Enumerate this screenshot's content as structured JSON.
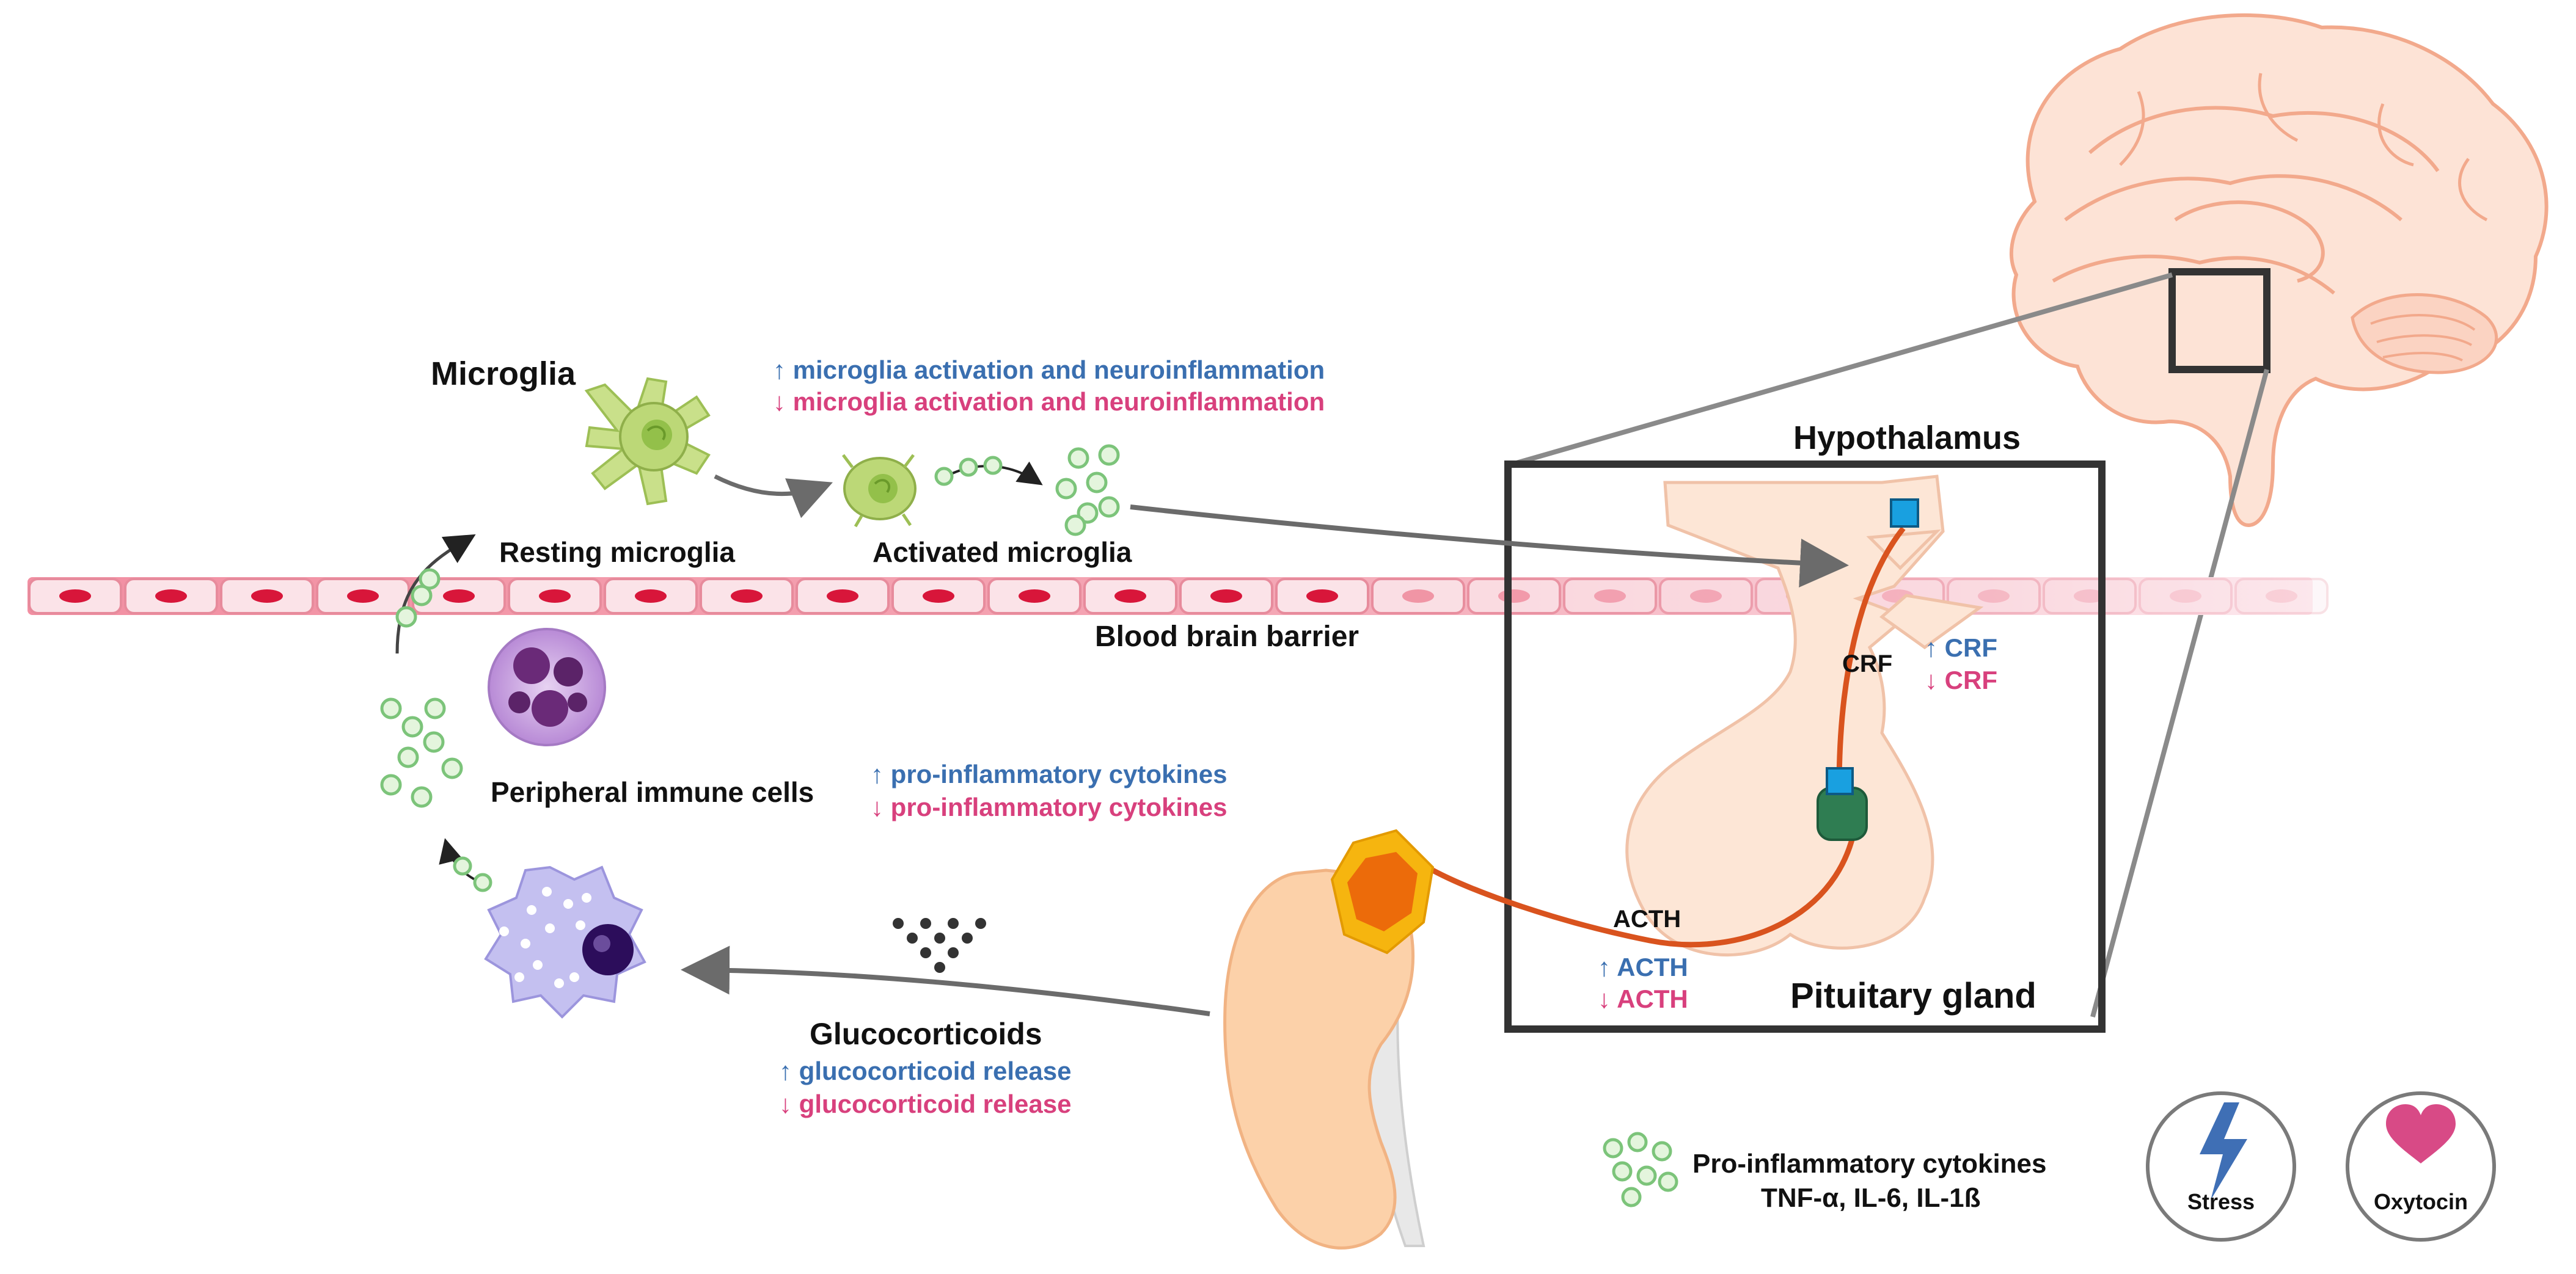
{
  "labels": {
    "microglia": "Microglia",
    "resting_microglia": "Resting microglia",
    "activated_microglia": "Activated microglia",
    "blood_brain_barrier": "Blood brain barrier",
    "hypothalamus": "Hypothalamus",
    "pituitary_gland": "Pituitary gland",
    "crf": "CRF",
    "acth": "ACTH",
    "peripheral_immune_cells": "Peripheral immune cells",
    "glucocorticoids": "Glucocorticoids"
  },
  "effects": {
    "microglia_up": "↑ microglia activation and neuroinflammation",
    "microglia_down": "↓ microglia activation and neuroinflammation",
    "crf_up": "↑ CRF",
    "crf_down": "↓ CRF",
    "acth_up": "↑ ACTH",
    "acth_down": "↓ ACTH",
    "cytokines_up": "↑ pro-inflammatory cytokines",
    "cytokines_down": "↓ pro-inflammatory cytokines",
    "gluco_up": "↑ glucocorticoid release",
    "gluco_down": "↓ glucocorticoid release"
  },
  "legend": {
    "cytokines_title": "Pro-inflammatory cytokines",
    "cytokines_list": "TNF-α, IL-6, IL-1ß",
    "stress": "Stress",
    "oxytocin": "Oxytocin"
  },
  "colors": {
    "increase": "#3a6fb0",
    "decrease": "#d8407d",
    "cytokine": "#7cc47a",
    "hpa_axis": "#d9531e",
    "brain": "#f6c9b3"
  }
}
